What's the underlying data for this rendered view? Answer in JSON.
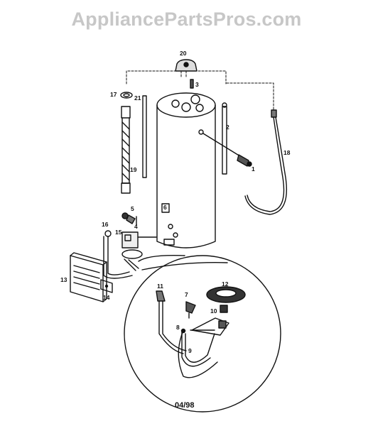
{
  "watermark": "AppliancePartsPros.com",
  "date_code": "04/98",
  "callouts": [
    "1",
    "2",
    "3",
    "4",
    "5",
    "6",
    "7",
    "8",
    "9",
    "10",
    "11",
    "12",
    "13",
    "14",
    "15",
    "16",
    "17",
    "18",
    "19",
    "20",
    "21"
  ]
}
